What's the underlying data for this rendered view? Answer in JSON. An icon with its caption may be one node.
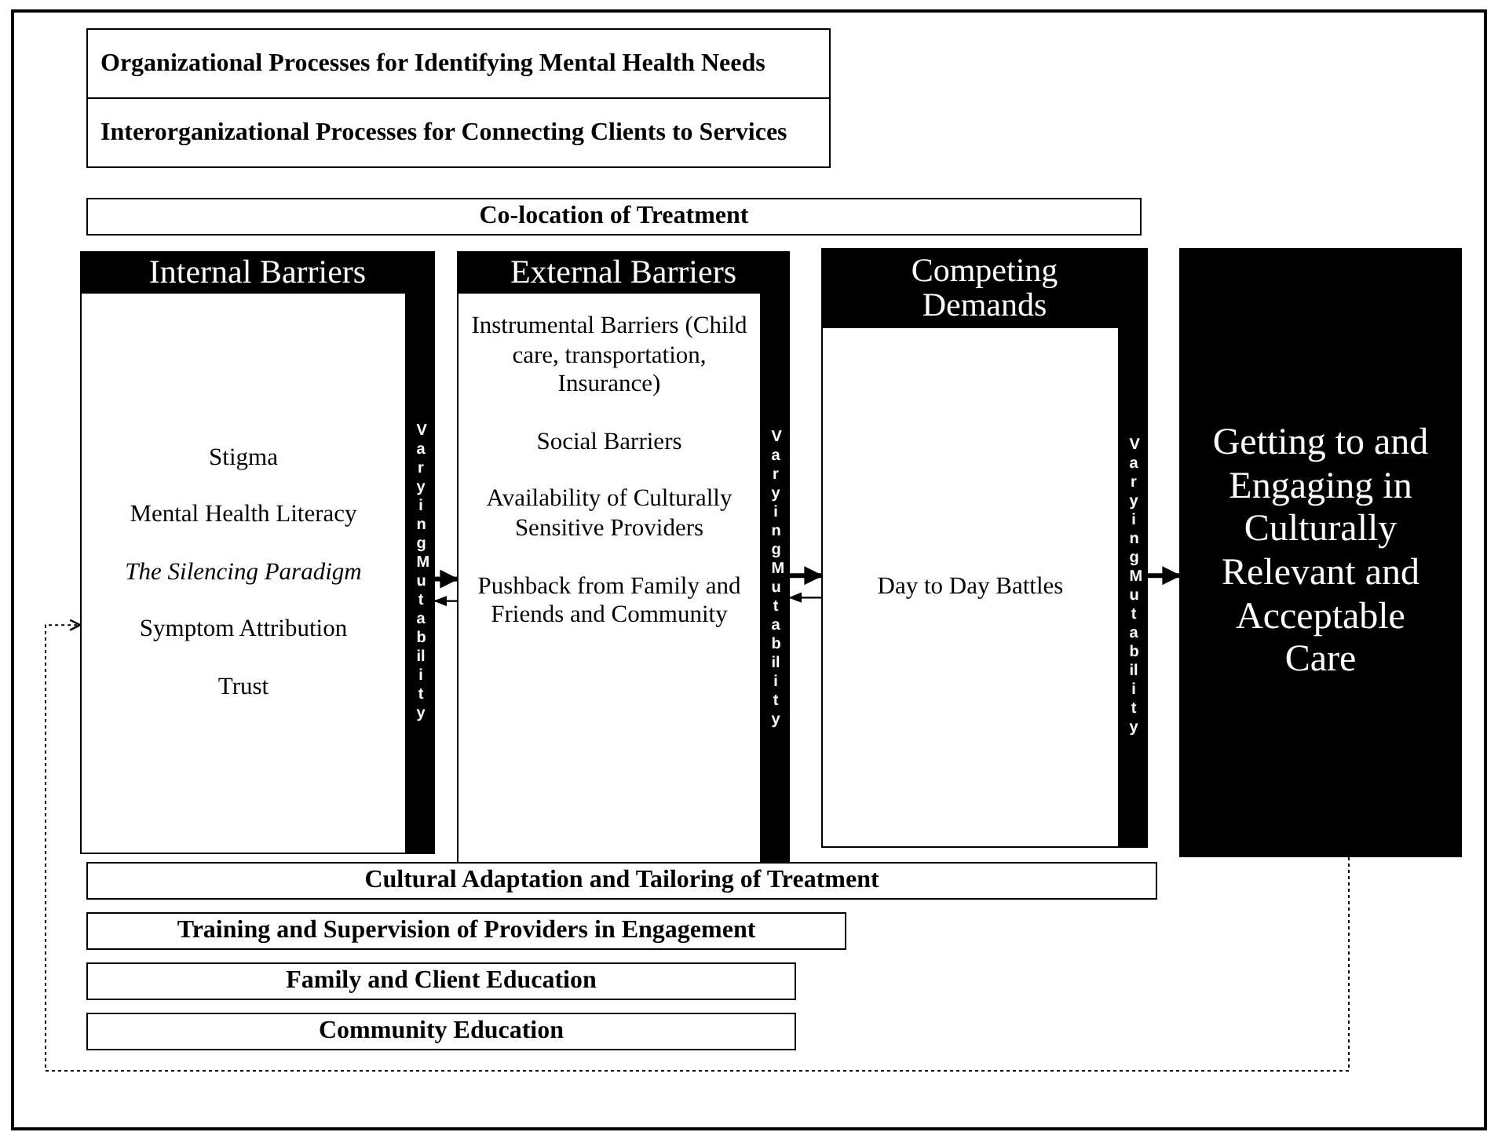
{
  "diagram": {
    "nodes": [
      {
        "text": [
          "Organizational Processes for Identifying Mental Health Needs"
        ]
      },
      {
        "text": [
          "Interorganizational Processes for Connecting Clients to Services"
        ]
      },
      {
        "text": [
          "Co-location of Treatment"
        ]
      },
      {
        "text": [
          "Internal Barriers",
          "Stigma",
          "Mental Health Literacy",
          "*The Silencing Paradigm*",
          "Symptom Attribution",
          "Trust",
          "Varying Mutability"
        ]
      },
      {
        "text": [
          "External Barriers",
          "Instrumental Barriers (Child care, transportation, Insurance)",
          "Social Barriers",
          "Availability of Culturally Sensitive Providers",
          "Pushback from Family and Friends and Community",
          "Varying Mutability"
        ]
      },
      {
        "text": [
          "Competing Demands",
          "Day to Day Battles",
          "Varying Mutability"
        ]
      },
      {
        "text": [
          "Getting to and Engaging in Culturally Relevant and Acceptable Care"
        ]
      },
      {
        "text": [
          "Cultural Adaptation and Tailoring of Treatment"
        ]
      },
      {
        "text": [
          "Training and Supervision of Providers in Engagement"
        ]
      },
      {
        "text": [
          "Family and Client Education"
        ]
      },
      {
        "text": [
          "Community Education"
        ]
      }
    ],
    "edges": [
      {
        "from": 3,
        "to": 4,
        "arrow": "to",
        "style": "thick"
      },
      {
        "from": 4,
        "to": 3,
        "arrow": "to"
      },
      {
        "from": 4,
        "to": 5,
        "arrow": "to",
        "style": "thick"
      },
      {
        "from": 5,
        "to": 4,
        "arrow": "to"
      },
      {
        "from": 5,
        "to": 6,
        "arrow": "to",
        "style": "thick"
      },
      {
        "from": 6,
        "to": 3,
        "arrow": "to",
        "style": "dashed"
      }
    ]
  }
}
